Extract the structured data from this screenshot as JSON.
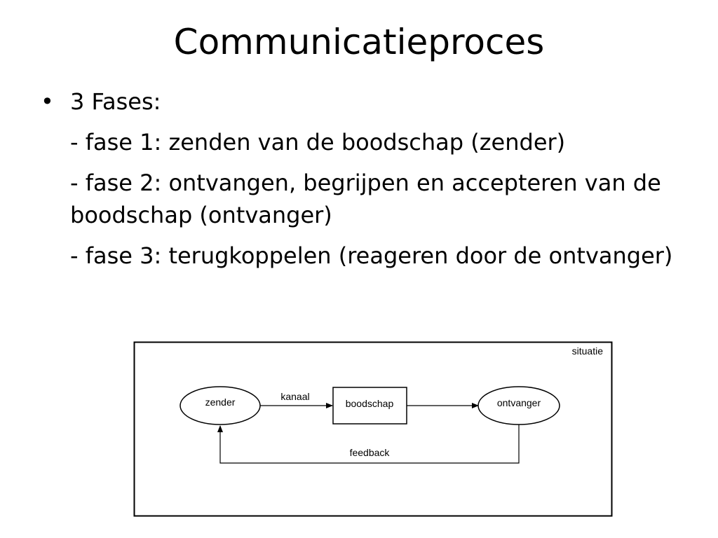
{
  "slide": {
    "title": "Communicatieproces",
    "bullet": {
      "symbol": "•",
      "label": "3 Fases:"
    },
    "phases": [
      "- fase 1: zenden van de boodschap (zender)",
      "- fase 2: ontvangen, begrijpen en accepteren van de boodschap (ontvanger)",
      "- fase 3: terugkoppelen (reageren door de ontvanger)"
    ]
  },
  "diagram": {
    "frame_label": "situatie",
    "sender": "zender",
    "channel": "kanaal",
    "message": "boodschap",
    "receiver": "ontvanger",
    "feedback": "feedback"
  }
}
